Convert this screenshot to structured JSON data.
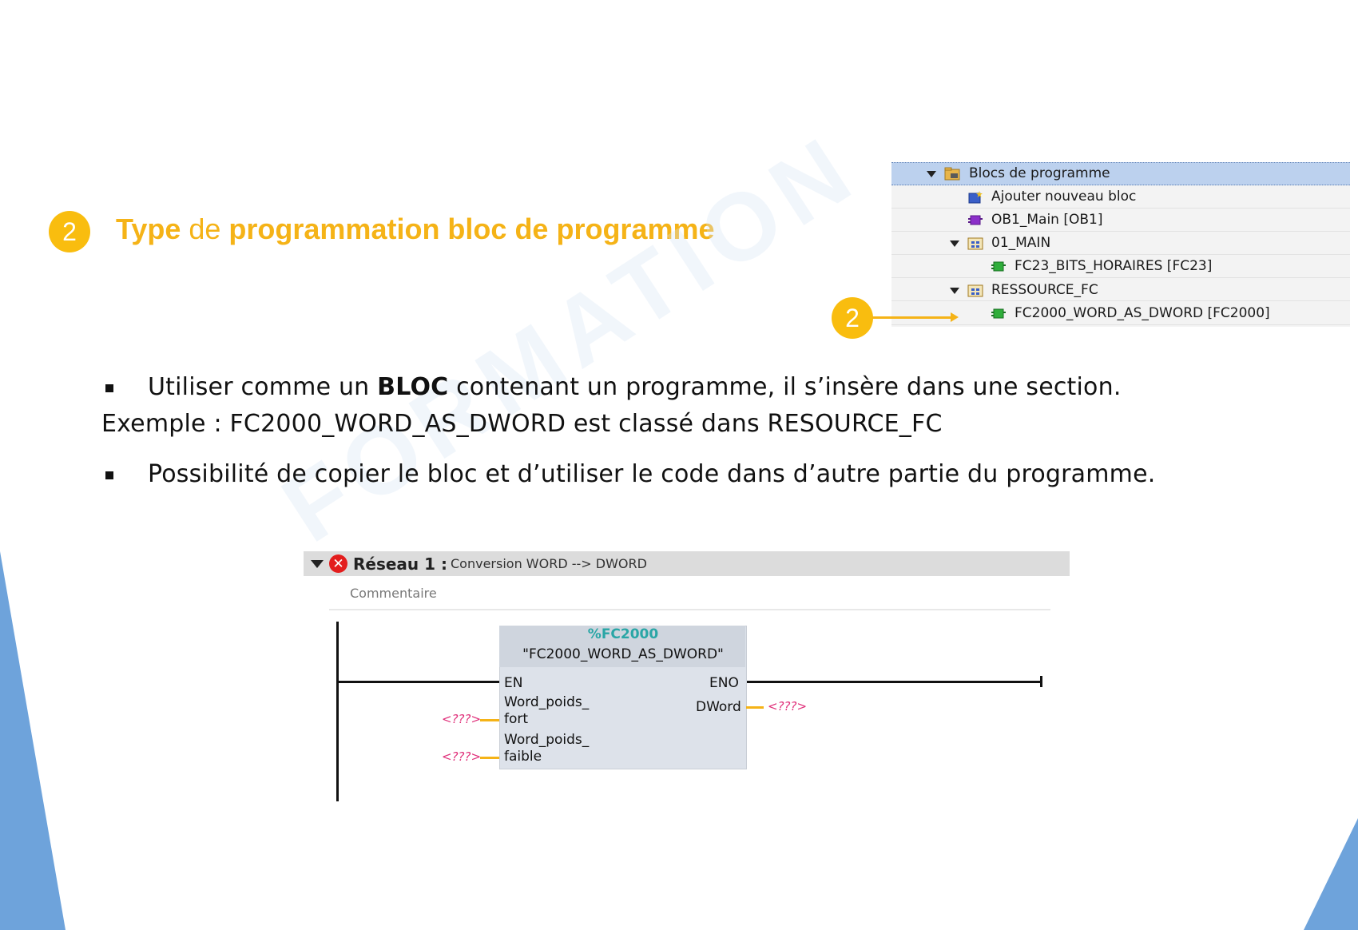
{
  "title": {
    "badge": "2",
    "part1": "Type",
    "part2": " de ",
    "part3": "programmation bloc de programme"
  },
  "tree": {
    "rows": [
      {
        "label": "Blocs de programme",
        "icon": "folder-blocks-icon"
      },
      {
        "label": "Ajouter nouveau bloc",
        "icon": "add-block-icon"
      },
      {
        "label": "OB1_Main [OB1]",
        "icon": "ob-block-icon"
      },
      {
        "label": "01_MAIN",
        "icon": "group-folder-icon"
      },
      {
        "label": "FC23_BITS_HORAIRES [FC23]",
        "icon": "fc-block-icon"
      },
      {
        "label": "RESSOURCE_FC",
        "icon": "group-folder-icon"
      },
      {
        "label": "FC2000_WORD_AS_DWORD [FC2000]",
        "icon": "fc-block-icon"
      }
    ],
    "callout_badge": "2"
  },
  "bullets": {
    "b1_part1": "Utiliser comme un ",
    "b1_bold": "BLOC",
    "b1_part2": " contenant un programme, il s’insère dans une section.",
    "example": "Exemple : FC2000_WORD_AS_DWORD est classé dans RESOURCE_FC",
    "b2": "Possibilité de copier le bloc et d’utiliser le code dans d’autre partie du programme."
  },
  "network": {
    "label": "Réseau 1 :",
    "comment_title": "Conversion WORD --> DWORD",
    "comment_placeholder": "Commentaire",
    "block_number": "%FC2000",
    "block_name": "\"FC2000_WORD_AS_DWORD\"",
    "pins": {
      "en": "EN",
      "eno": "ENO",
      "in1_a": "Word_poids_",
      "in1_b": "fort",
      "in2_a": "Word_poids_",
      "in2_b": "faible",
      "out": "DWord"
    },
    "placeholder": "<???>"
  },
  "colors": {
    "accent": "#f5b317",
    "badge": "#f9bd0f",
    "tree_selected": "#bcd1ee",
    "block_number": "#2aa6a6",
    "placeholder": "#e0307a",
    "corner_blue": "#6ea3db"
  }
}
